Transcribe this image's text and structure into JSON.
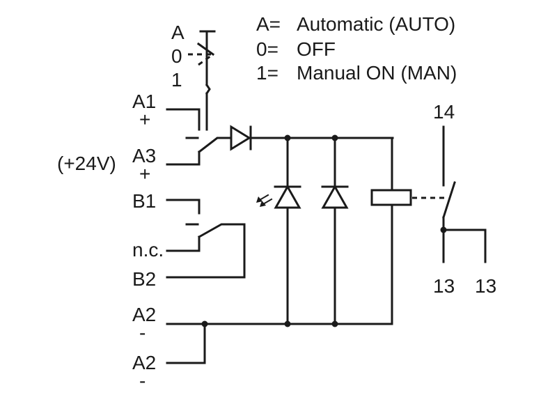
{
  "legend": {
    "auto": {
      "key": "A=",
      "text": "Automatic (AUTO)"
    },
    "off": {
      "key": "0=",
      "text": "OFF"
    },
    "man": {
      "key": "1=",
      "text": "Manual ON (MAN)"
    }
  },
  "selector": {
    "a": "A",
    "zero": "0",
    "one": "1"
  },
  "terminals": {
    "a1": "A1",
    "a1_sign": "+",
    "a3": "A3",
    "a3_sign": "+",
    "voltage": "(+24V)",
    "b1": "B1",
    "nc": "n.c.",
    "b2": "B2",
    "a2_top": "A2",
    "a2_top_sign": "-",
    "a2_bottom": "A2",
    "a2_bottom_sign": "-"
  },
  "contacts": {
    "c14": "14",
    "c13a": "13",
    "c13b": "13"
  }
}
